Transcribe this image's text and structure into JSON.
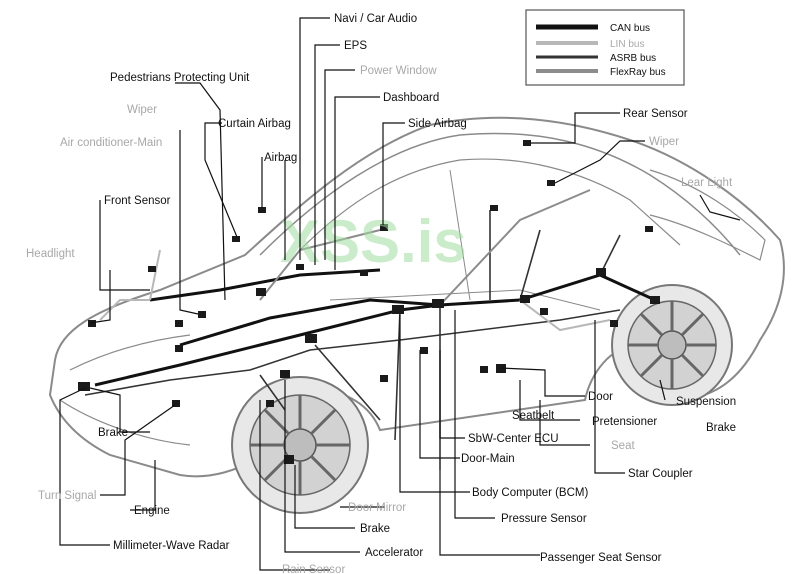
{
  "legend": {
    "items": [
      {
        "label": "CAN bus",
        "color": "#111111",
        "width": 5
      },
      {
        "label": "LIN bus",
        "color": "#b8b8b8",
        "width": 4
      },
      {
        "label": "ASRB bus",
        "color": "#333333",
        "width": 3
      },
      {
        "label": "FlexRay bus",
        "color": "#8c8c8c",
        "width": 4
      }
    ]
  },
  "watermark": "XSS.is",
  "labels": {
    "navi": "Navi / Car Audio",
    "eps": "EPS",
    "ped": "Pedestrians Protecting Unit",
    "power_window": "Power Window",
    "dashboard": "Dashboard",
    "wiper_front": "Wiper",
    "curtain_airbag": "Curtain Airbag",
    "side_airbag": "Side Airbag",
    "rear_sensor": "Rear Sensor",
    "air_cond": "Air conditioner-Main",
    "wiper_rear": "Wiper",
    "airbag": "Airbag",
    "lear_light": "Lear Light",
    "front_sensor": "Front Sensor",
    "headlight": "Headlight",
    "door": "Door",
    "suspension": "Suspension",
    "seatbelt": "Seatbelt",
    "pretensioner": "Pretensioner",
    "brake_right": "Brake",
    "brake_left": "Brake",
    "sbw": "SbW-Center ECU",
    "seat": "Seat",
    "door_main": "Door-Main",
    "star_coupler": "Star Coupler",
    "turn_signal": "Turn Signal",
    "body_computer": "Body Computer (BCM)",
    "door_mirror": "Door Mirror",
    "engine": "Engine",
    "pressure_sensor": "Pressure Sensor",
    "brake_bottom": "Brake",
    "mm_radar": "Millimeter-Wave Radar",
    "accelerator": "Accelerator",
    "passenger_seat": "Passenger Seat Sensor",
    "rain_sensor": "Rain Sensor"
  }
}
